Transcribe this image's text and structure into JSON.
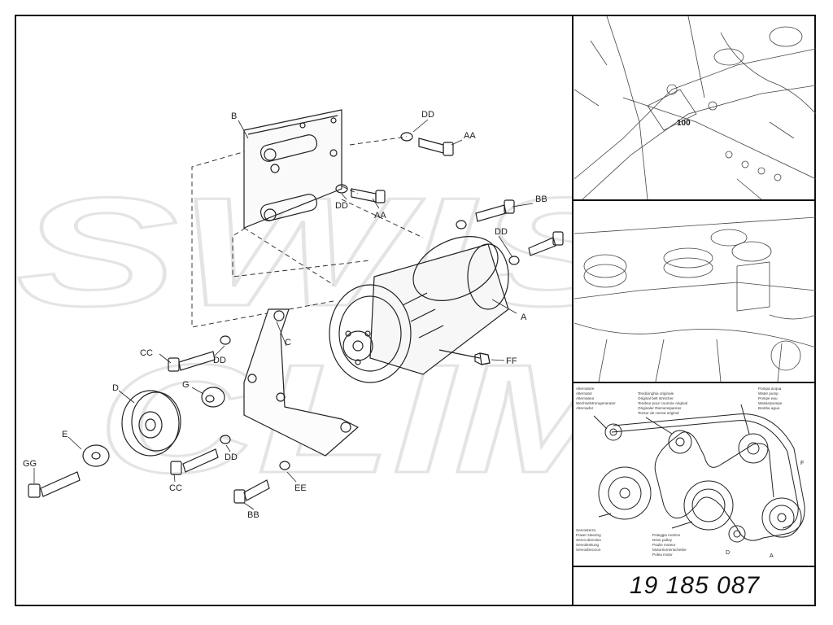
{
  "watermark": {
    "line1": "SWISS",
    "line2": "CLIMA"
  },
  "exploded_view": {
    "labels": {
      "aa": "AA",
      "bb": "BB",
      "cc": "CC",
      "dd": "DD",
      "ee": "EE",
      "ff": "FF",
      "gg": "GG",
      "a": "A",
      "b": "B",
      "c": "C",
      "d": "D",
      "e": "E",
      "g": "G"
    }
  },
  "photo_top": {
    "callout": "100"
  },
  "belt_diagram": {
    "alternator": [
      "Alternatore",
      "Alternator",
      "Alternateur",
      "Wechselstromgenerator",
      "Alternador"
    ],
    "tensioner": [
      "Tendicinghia originale",
      "Original belt stretcher",
      "Tendeur pour courroie original",
      "Originaler Riemenspanner",
      "Tensor de correa original"
    ],
    "water_pump": [
      "Pompa acqua",
      "Water pump",
      "Pompe eau",
      "Wasserpumpe",
      "Bomba agua"
    ],
    "power_steering": [
      "Servosterzo",
      "Power steering",
      "Servo-direction",
      "Servolenkung",
      "Servodireccion"
    ],
    "drive_pulley": [
      "Puleggia motrice",
      "Drive pulley",
      "Poulie moteur",
      "Motorriemenscheibe",
      "Polea motor"
    ],
    "label_f": "F",
    "label_d": "D",
    "label_a": "A"
  },
  "part_number": "19 185 087"
}
